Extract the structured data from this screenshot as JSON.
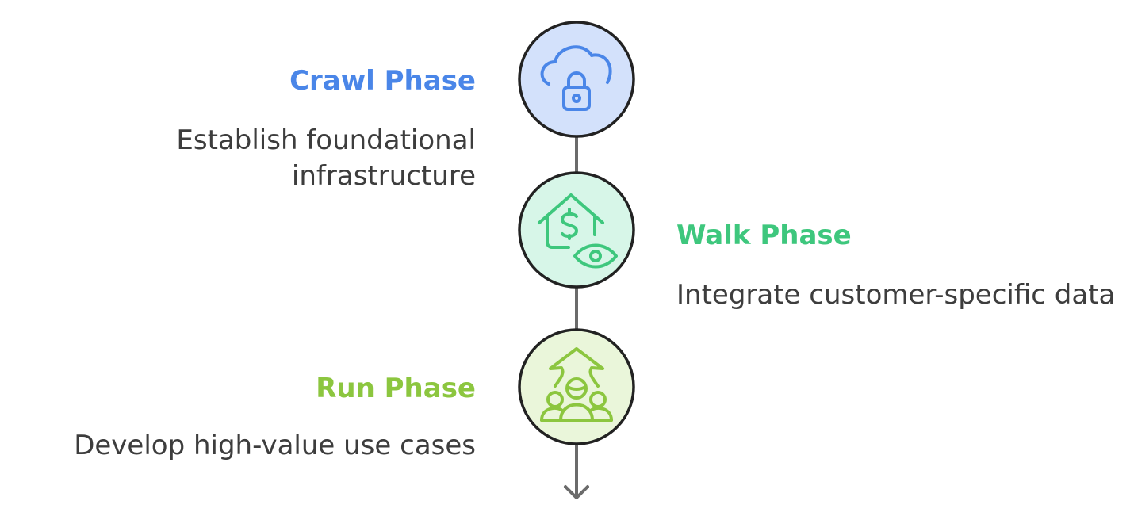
{
  "colors": {
    "connector": "#6b6b6b",
    "circle_stroke": "#222222",
    "text": "#3d3d3d"
  },
  "phases": [
    {
      "title": "Crawl Phase",
      "description": "Establish foundational infrastructure",
      "icon": "cloud-lock-icon",
      "accent": "#4a86e8",
      "fill": "#d3e1fb",
      "side": "left"
    },
    {
      "title": "Walk Phase",
      "description": "Integrate customer-specific data",
      "icon": "house-dollar-eye-icon",
      "accent": "#3ec77d",
      "fill": "#d7f6e8",
      "side": "right"
    },
    {
      "title": "Run Phase",
      "description": "Develop high-value use cases",
      "icon": "group-growth-arrow-icon",
      "accent": "#8cc63f",
      "fill": "#eaf6da",
      "side": "left"
    }
  ]
}
